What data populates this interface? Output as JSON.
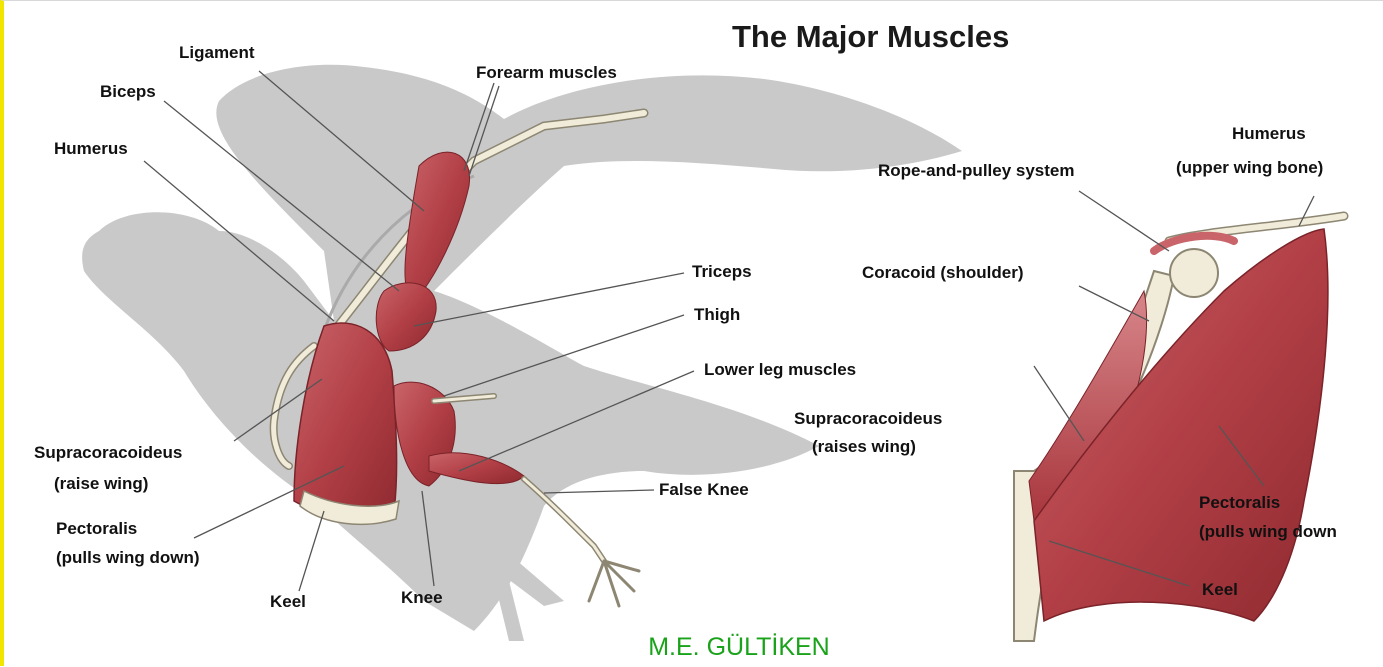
{
  "title": "The Major Muscles",
  "credit": "M.E. GÜLTİKEN",
  "left_labels": {
    "ligament": "Ligament",
    "biceps": "Biceps",
    "humerus": "Humerus",
    "forearm_muscles": "Forearm muscles",
    "triceps": "Triceps",
    "thigh": "Thigh",
    "lower_leg_muscles": "Lower leg muscles",
    "false_knee": "False Knee",
    "supracoracoideus_1": "Supracoracoideus",
    "supracoracoideus_2": "(raise wing)",
    "pectoralis_1": "Pectoralis",
    "pectoralis_2": "(pulls wing down)",
    "keel": "Keel",
    "knee": "Knee"
  },
  "right_labels": {
    "rope_pulley": "Rope-and-pulley system",
    "humerus_1": "Humerus",
    "humerus_2": "(upper wing bone)",
    "coracoid": "Coracoid (shoulder)",
    "supracoracoideus_1": "Supracoracoideus",
    "supracoracoideus_2": "(raises wing)",
    "pectoralis_1": "Pectoralis",
    "pectoralis_2": "(pulls wing down",
    "keel": "Keel"
  },
  "colors": {
    "silhouette": "#c9c9c9",
    "muscle": "#b5444a",
    "muscle_dark": "#8e2a30",
    "bone": "#f1ecd9",
    "bone_stroke": "#8c8672",
    "leader": "#555555",
    "credit": "#1aa31a"
  }
}
